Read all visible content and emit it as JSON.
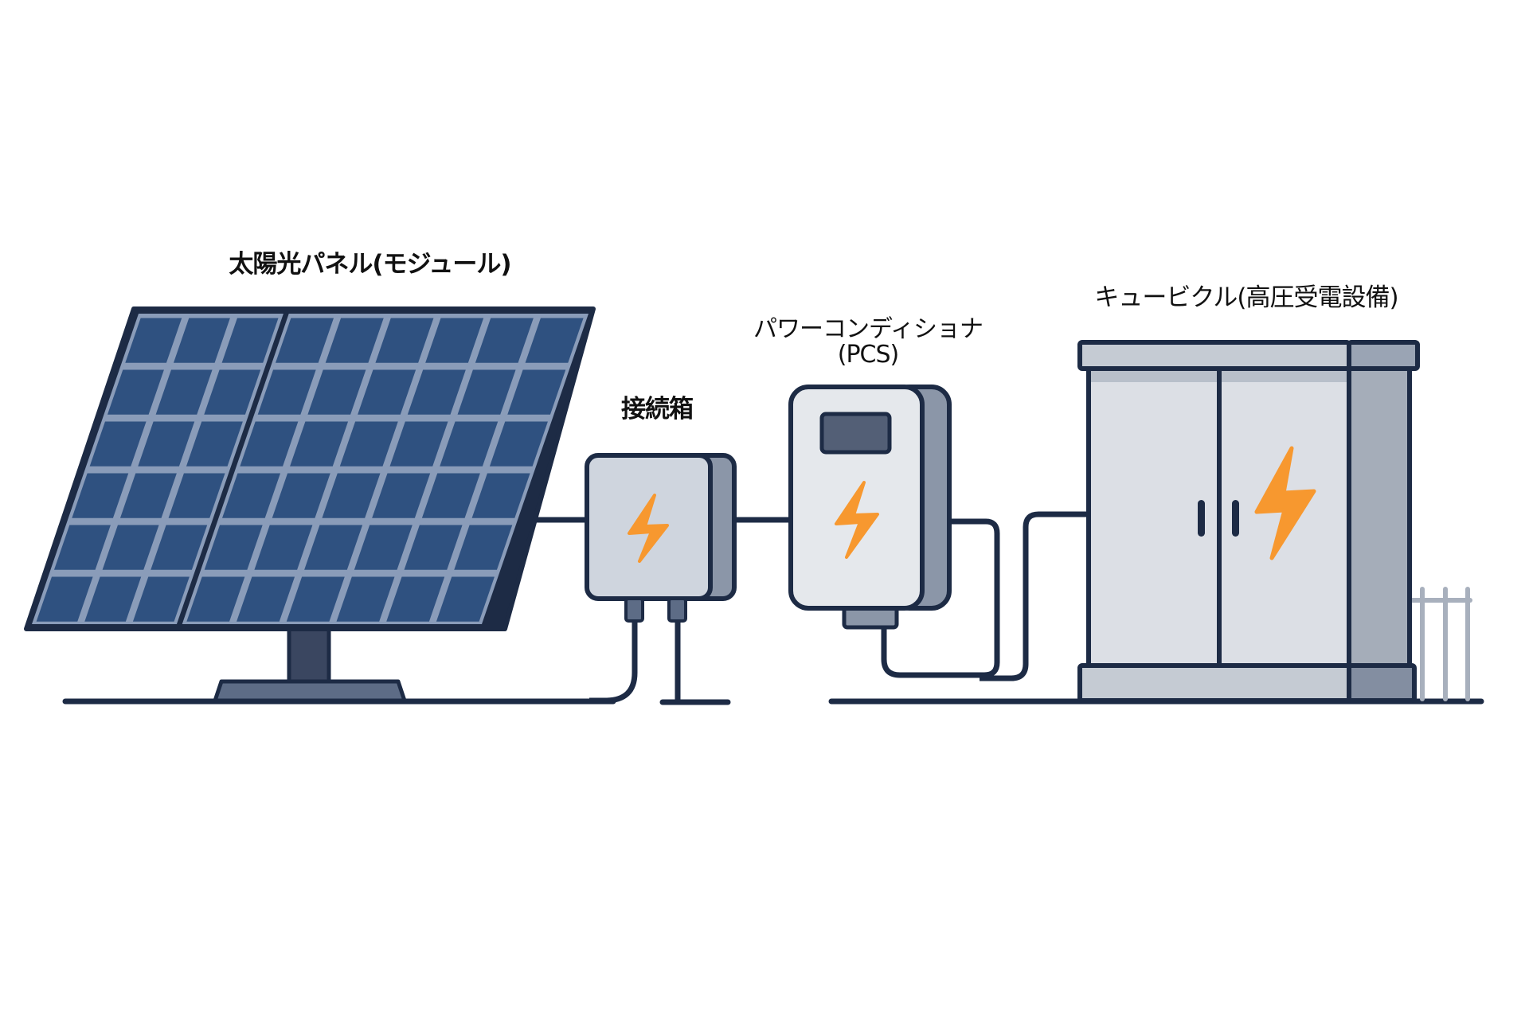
{
  "labels": {
    "solar_panel": "太陽光パネル(モジュール)",
    "junction_box": "接続箱",
    "pcs_line1": "パワーコンディショナ",
    "pcs_line2": "(PCS)",
    "cubicle": "キュービクル(高圧受電設備)"
  },
  "panel_grid": {
    "left_module_columns": 3,
    "right_module_columns": 6,
    "rows": 6
  },
  "colors": {
    "outline": "#1d2b45",
    "cell": "#2f5180",
    "cell_grid": "#8a9cb9",
    "box_front": "#cfd5de",
    "box_side": "#8b96a8",
    "pcs_front": "#e5e8ec",
    "pcs_screen": "#535f76",
    "cubicle_front": "#dcdfe5",
    "cubicle_side": "#a5adb9",
    "cubicle_trim": "#c5cbd3",
    "bolt": "#f7982f",
    "fence": "#a8b0bd",
    "stand": "#3a4660",
    "stand_base": "#5d6c86"
  }
}
